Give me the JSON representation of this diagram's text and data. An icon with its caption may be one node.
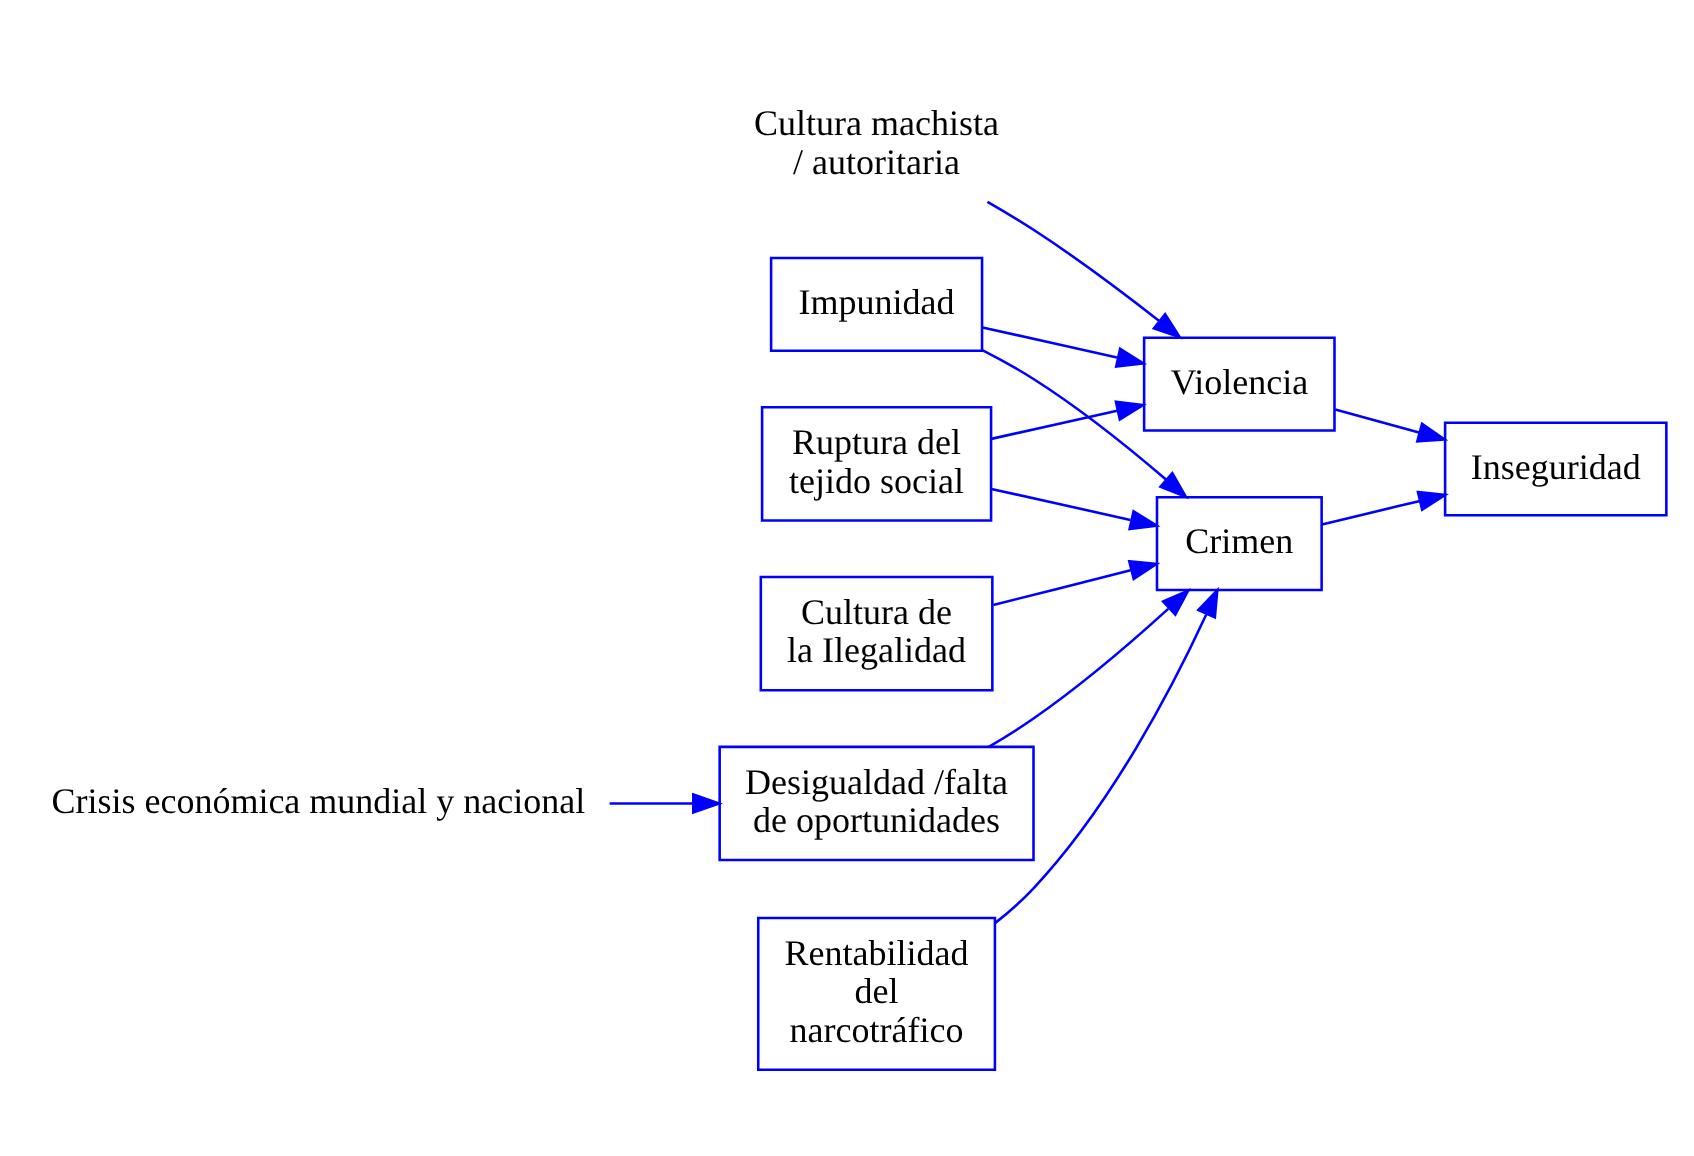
{
  "diagram": {
    "nodes": [
      {
        "text": [
          "Cultura machista / autoritaria"
        ]
      },
      {
        "text": [
          "Impunidad"
        ]
      },
      {
        "text": [
          "Violencia"
        ]
      },
      {
        "text": [
          "Ruptura del tejido social"
        ]
      },
      {
        "text": [
          "Crimen"
        ]
      },
      {
        "text": [
          "Inseguridad"
        ]
      },
      {
        "text": [
          "Cultura de la Ilegalidad"
        ]
      },
      {
        "text": [
          "Crisis económica mundial y nacional"
        ]
      },
      {
        "text": [
          "Desigualdad /falta de oportunidades"
        ]
      },
      {
        "text": [
          "Rentabilidad del narcotráfico"
        ]
      }
    ],
    "edges": [
      {
        "from": 0,
        "to": 2,
        "arrow": "to"
      },
      {
        "from": 1,
        "to": 2,
        "arrow": "to"
      },
      {
        "from": 1,
        "to": 4,
        "arrow": "to"
      },
      {
        "from": 3,
        "to": 2,
        "arrow": "to"
      },
      {
        "from": 3,
        "to": 4,
        "arrow": "to"
      },
      {
        "from": 2,
        "to": 5,
        "arrow": "to"
      },
      {
        "from": 4,
        "to": 5,
        "arrow": "to"
      },
      {
        "from": 6,
        "to": 4,
        "arrow": "to"
      },
      {
        "from": 8,
        "to": 4,
        "arrow": "to"
      },
      {
        "from": 9,
        "to": 4,
        "arrow": "to"
      },
      {
        "from": 7,
        "to": 8,
        "arrow": "to"
      }
    ]
  }
}
